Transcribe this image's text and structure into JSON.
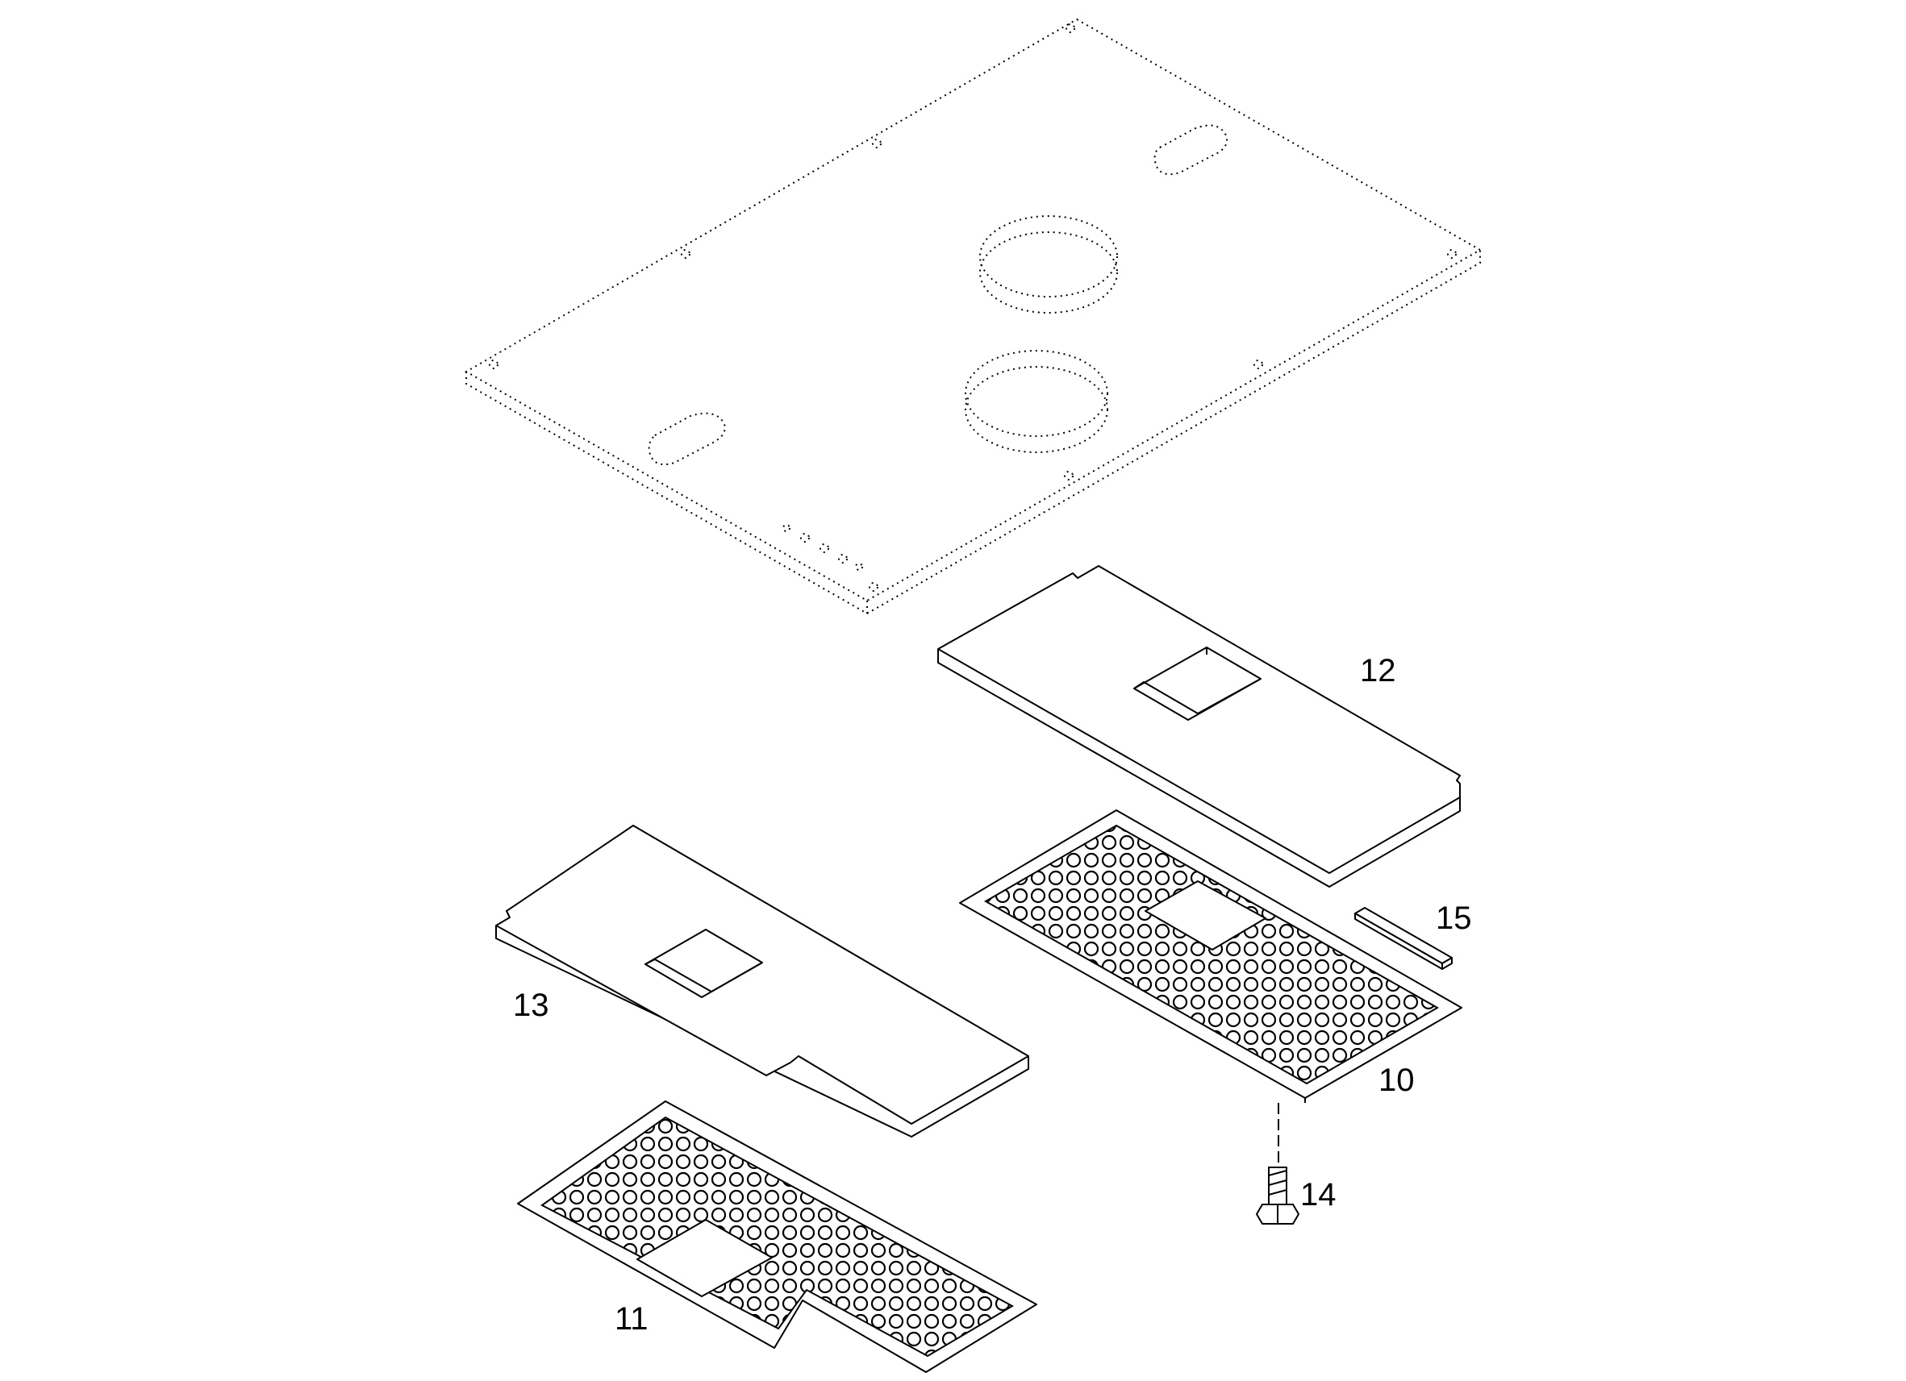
{
  "diagram": {
    "callouts": [
      {
        "id": "10",
        "text": "10"
      },
      {
        "id": "11",
        "text": "11"
      },
      {
        "id": "12",
        "text": "12"
      },
      {
        "id": "13",
        "text": "13"
      },
      {
        "id": "14",
        "text": "14"
      },
      {
        "id": "15",
        "text": "15"
      }
    ]
  }
}
